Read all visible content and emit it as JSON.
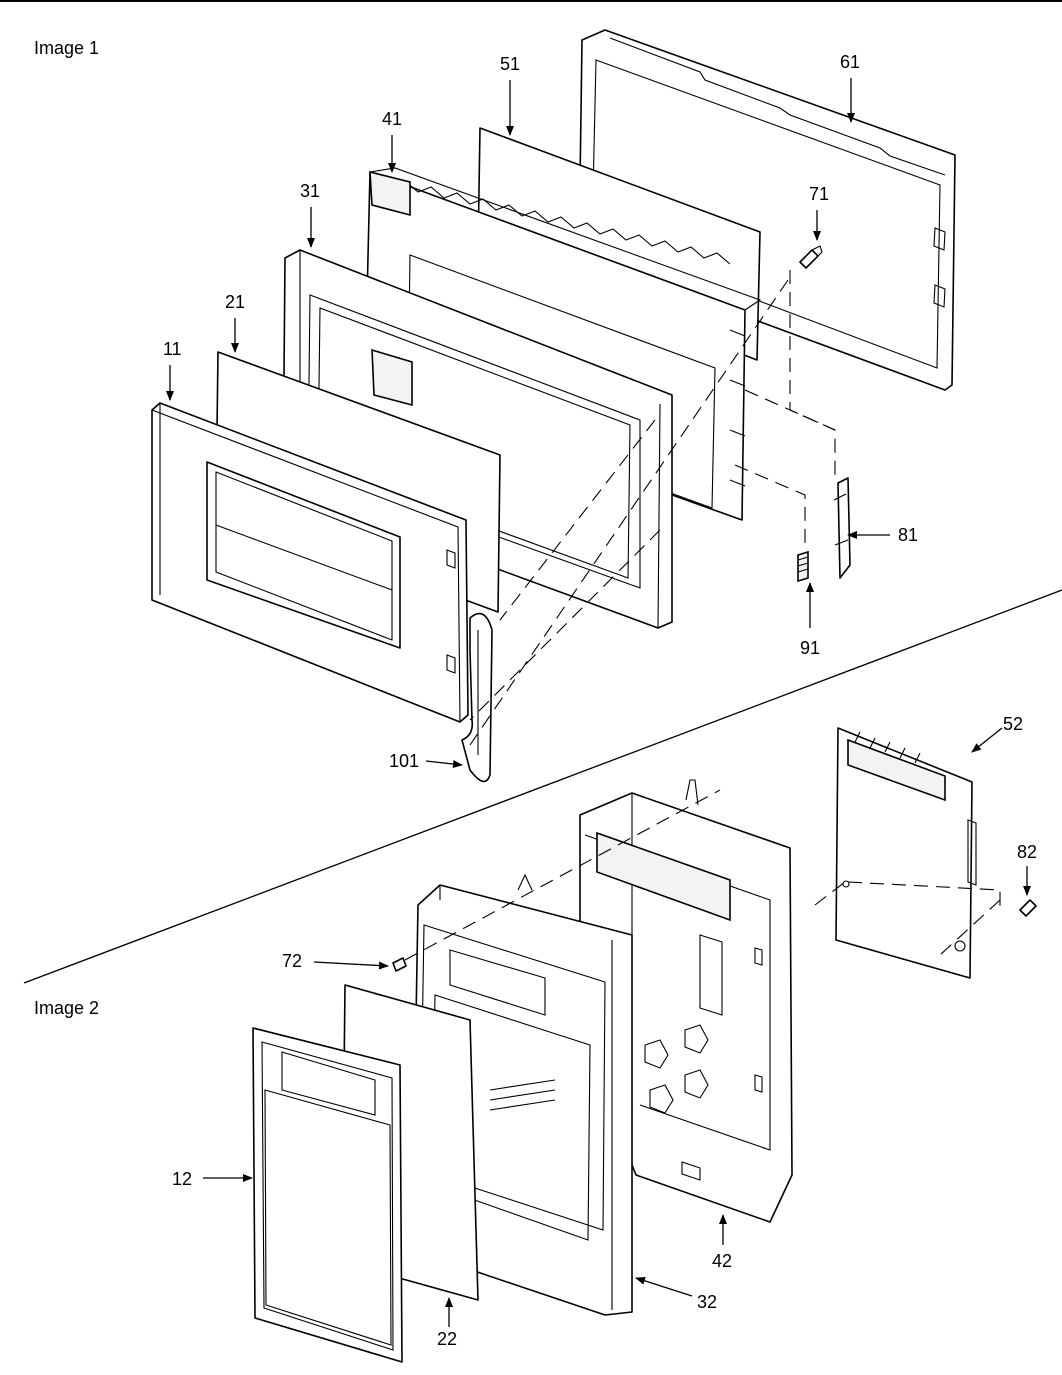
{
  "image_labels": {
    "image1": "Image 1",
    "image2": "Image 2"
  },
  "parts": {
    "p11": "11",
    "p21": "21",
    "p31": "31",
    "p41": "41",
    "p51": "51",
    "p61": "61",
    "p71": "71",
    "p81": "81",
    "p91": "91",
    "p101": "101",
    "p12": "12",
    "p22": "22",
    "p32": "32",
    "p42": "42",
    "p52": "52",
    "p72": "72",
    "p82": "82"
  }
}
